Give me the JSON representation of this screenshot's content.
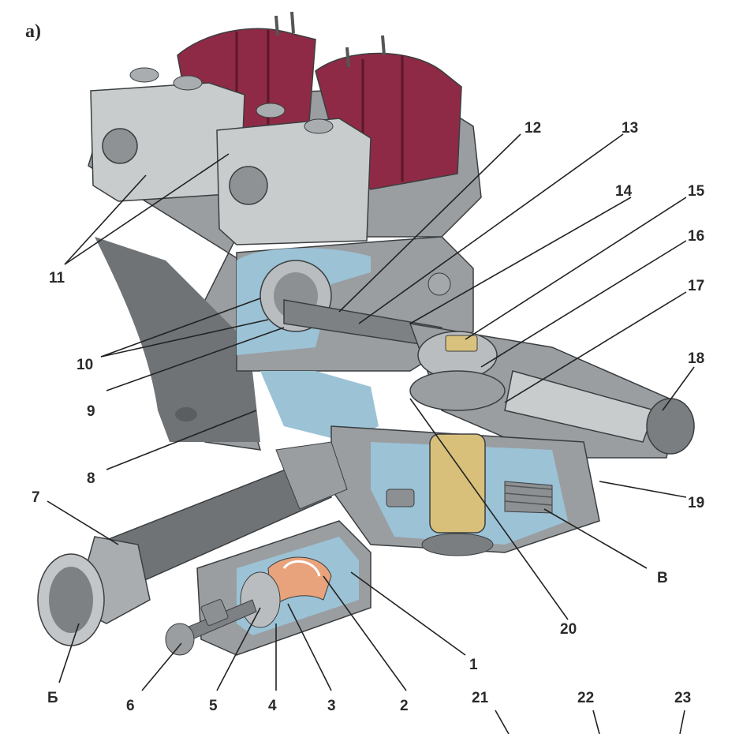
{
  "figure": {
    "panel_label": "а)"
  },
  "callouts": {
    "n1": "1",
    "n2": "2",
    "n3": "3",
    "n4": "4",
    "n5": "5",
    "n6": "6",
    "n7": "7",
    "n8": "8",
    "n9": "9",
    "n10": "10",
    "n11": "11",
    "n12": "12",
    "n13": "13",
    "n14": "14",
    "n15": "15",
    "n16": "16",
    "n17": "17",
    "n18": "18",
    "n19": "19",
    "n20": "20",
    "n21": "21",
    "n22": "22",
    "n23": "23",
    "b": "Б",
    "v": "В"
  },
  "colors": {
    "casting": "#8f9396",
    "section_cut": "#9cc2d6",
    "coils": "#8e2a45",
    "bronze": "#d8c07a",
    "spring_pad": "#e8a37c"
  }
}
